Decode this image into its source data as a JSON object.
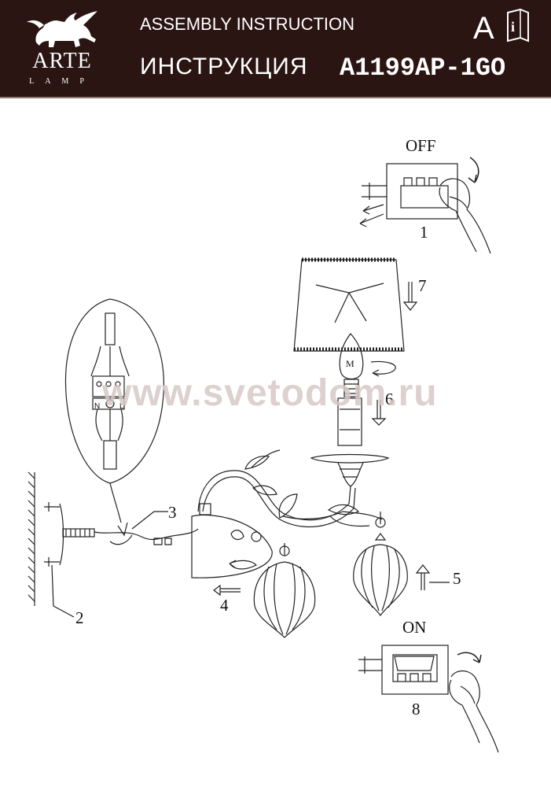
{
  "header": {
    "brand_name": "ARTE",
    "brand_sub": "LAMP",
    "assembly_title": "ASSEMBLY INSTRUCTION",
    "ru_title": "ИНСТРУКЦИЯ",
    "model_number": "A1199AP-1GO",
    "lang_letter": "A",
    "info_glyph": "i",
    "logo_icon": "griffin-icon",
    "colors": {
      "header_bg": "#2a1512",
      "header_text": "#ffffff",
      "watermark": "#d7c9c6"
    }
  },
  "watermark": "www.svetodom.ru",
  "switch_labels": {
    "off": "OFF",
    "on": "ON"
  },
  "terminal_labels": {
    "neutral": "N",
    "line": "L"
  },
  "bulb_mark": "M",
  "steps": {
    "s1": "1",
    "s2": "2",
    "s3": "3",
    "s4": "4",
    "s5": "5",
    "s6": "6",
    "s7": "7",
    "s8": "8"
  }
}
